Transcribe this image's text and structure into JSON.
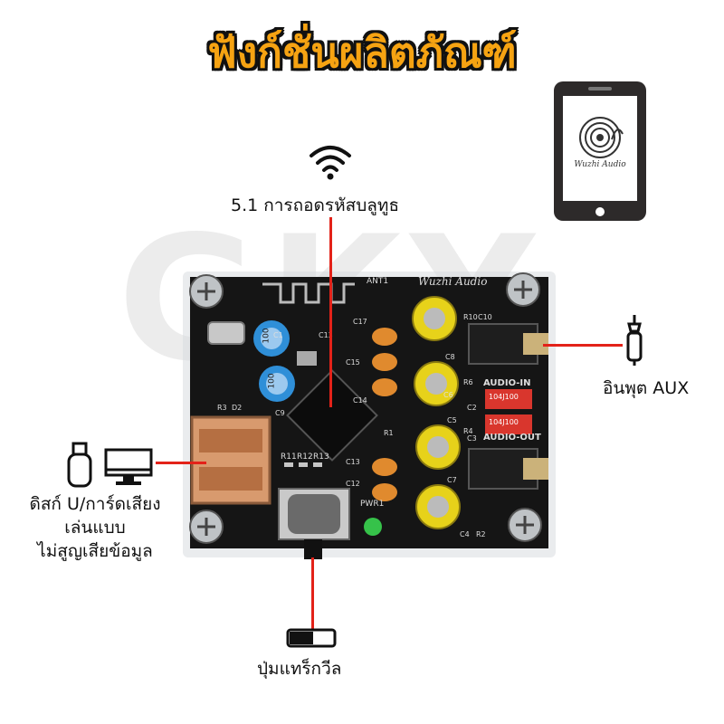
{
  "title": "ฟังก์ชั่นผลิตภัณฑ์",
  "watermark": "GKY",
  "labels": {
    "bluetooth": "5.1 การถอดรหัสบลูทูธ",
    "aux": "อินพุต AUX",
    "usb_line1": "ดิสก์ U/การ์ดเสียง",
    "usb_line2": "เล่นแบบ",
    "usb_line3": "ไม่สูญเสียข้อมูล",
    "knob": "ปุ่มแทร็กวีล"
  },
  "board": {
    "brand": "Wuzhi Audio",
    "ant": "ANT1",
    "audio_in": "AUDIO-IN",
    "audio_out": "AUDIO-OUT",
    "cap_code": "104J100",
    "pwr": "PWR1",
    "cap_electrolytic": "100",
    "cap_labels": [
      "C1",
      "C13",
      "C9",
      "C17",
      "C15",
      "C14",
      "C8",
      "C6",
      "C5",
      "C13",
      "C12",
      "C7",
      "C4",
      "C10",
      "C2",
      "C3"
    ],
    "resistor_labels": [
      "R11",
      "R12",
      "R13",
      "R1",
      "R6",
      "R4",
      "R10",
      "R3",
      "R2",
      "D2"
    ]
  },
  "phone": {
    "app_name": "Wuzhi Audio"
  },
  "colors": {
    "title_fill": "#f6a312",
    "title_outline": "#111111",
    "leader_line": "#e32219",
    "pcb": "#141414",
    "capacitor_yellow": "#e7d21a",
    "capacitor_blue": "#2f8fd8"
  }
}
